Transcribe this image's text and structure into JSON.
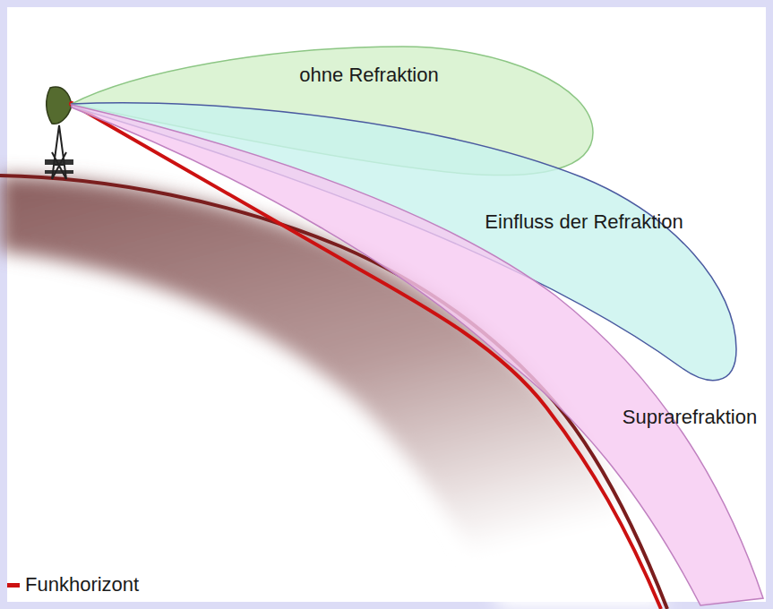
{
  "diagram": {
    "nodes": [
      {
        "text": [
          "ohne Refraktion"
        ]
      },
      {
        "text": [
          "Einfluss der Refraktion"
        ]
      },
      {
        "text": [
          "Suprarefraktion"
        ]
      }
    ],
    "legend": [
      {
        "text": "Funkhorizont"
      }
    ]
  }
}
